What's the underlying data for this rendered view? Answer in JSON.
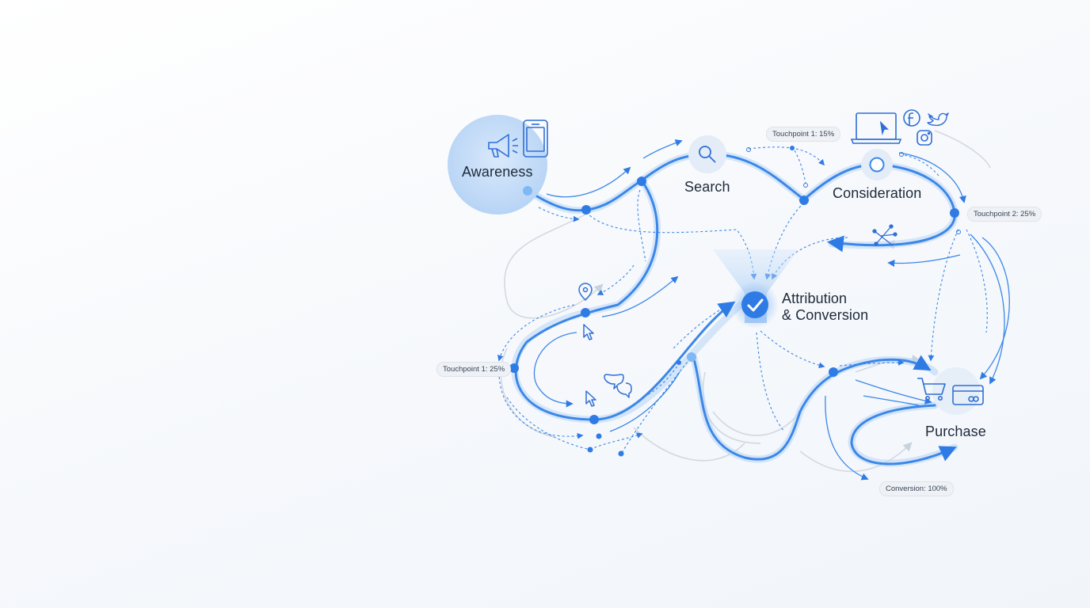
{
  "nodes": {
    "awareness": "Awareness",
    "search": "Search",
    "consideration": "Consideration",
    "attribution_line1": "Attribution",
    "attribution_line2": "& Conversion",
    "purchase": "Purchase"
  },
  "badges": {
    "touchpoint_top": "Touchpoint 1: 15%",
    "touchpoint_right": "Touchpoint 2: 25%",
    "touchpoint_left": "Touchpoint 1: 25%",
    "conversion": "Conversion: 100%"
  },
  "colors": {
    "primary_blue": "#2f7be5",
    "light_blue": "#b9d6f7",
    "background": "#f5f8fb"
  },
  "icons": [
    "megaphone-icon",
    "smartphone-icon",
    "search-icon",
    "laptop-icon",
    "facebook-icon",
    "twitter-icon",
    "instagram-icon",
    "funnel-icon",
    "checkmark-icon",
    "location-pin-icon",
    "cursor-icon",
    "chat-bubbles-icon",
    "shopping-cart-icon",
    "credit-card-icon",
    "network-icon"
  ]
}
